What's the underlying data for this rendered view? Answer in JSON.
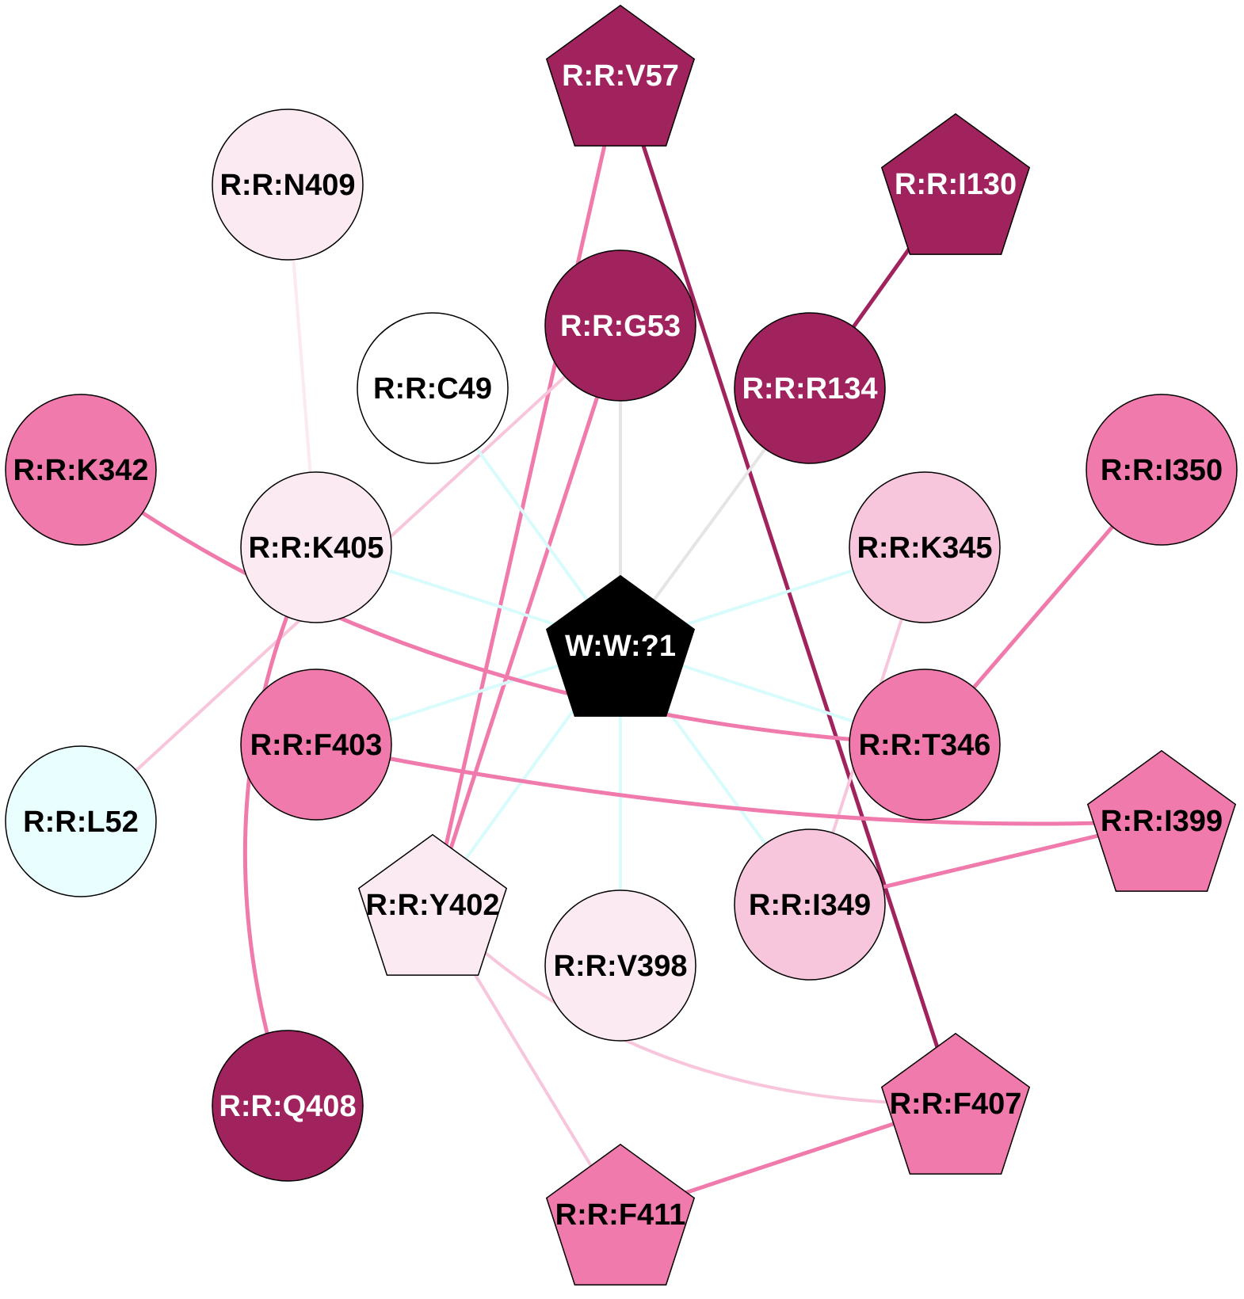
{
  "colors": {
    "dark_magenta": "#a0235e",
    "medium_pink": "#ef7aab",
    "light_pink": "#f8c6dc",
    "very_light_pink": "#fbeaf2",
    "white": "#ffffff",
    "light_cyan": "#e9fefe",
    "black": "#000000",
    "edge_gray": "#e5e5e5",
    "edge_cyan": "#d8fbfb"
  },
  "nodes": [
    {
      "id": "V57",
      "label": "R:R:V57",
      "shape": "pentagon",
      "fill": "#a0235e",
      "text": "#ffffff"
    },
    {
      "id": "N409",
      "label": "R:R:N409",
      "shape": "circle",
      "fill": "#fbeaf2",
      "text": "#000000"
    },
    {
      "id": "I130",
      "label": "R:R:I130",
      "shape": "pentagon",
      "fill": "#a0235e",
      "text": "#ffffff"
    },
    {
      "id": "G53",
      "label": "R:R:G53",
      "shape": "circle",
      "fill": "#a0235e",
      "text": "#ffffff"
    },
    {
      "id": "C49",
      "label": "R:R:C49",
      "shape": "circle",
      "fill": "#ffffff",
      "text": "#000000"
    },
    {
      "id": "R134",
      "label": "R:R:R134",
      "shape": "circle",
      "fill": "#a0235e",
      "text": "#ffffff"
    },
    {
      "id": "K342",
      "label": "R:R:K342",
      "shape": "circle",
      "fill": "#ef7aab",
      "text": "#000000"
    },
    {
      "id": "I350",
      "label": "R:R:I350",
      "shape": "circle",
      "fill": "#ef7aab",
      "text": "#000000"
    },
    {
      "id": "K405",
      "label": "R:R:K405",
      "shape": "circle",
      "fill": "#fbeaf2",
      "text": "#000000"
    },
    {
      "id": "K345",
      "label": "R:R:K345",
      "shape": "circle",
      "fill": "#f8c6dc",
      "text": "#000000"
    },
    {
      "id": "W1",
      "label": "W:W:?1",
      "shape": "pentagon",
      "fill": "#000000",
      "text": "#ffffff"
    },
    {
      "id": "F403",
      "label": "R:R:F403",
      "shape": "circle",
      "fill": "#ef7aab",
      "text": "#000000"
    },
    {
      "id": "T346",
      "label": "R:R:T346",
      "shape": "circle",
      "fill": "#ef7aab",
      "text": "#000000"
    },
    {
      "id": "L52",
      "label": "R:R:L52",
      "shape": "circle",
      "fill": "#e9fefe",
      "text": "#000000"
    },
    {
      "id": "I399",
      "label": "R:R:I399",
      "shape": "pentagon",
      "fill": "#ef7aab",
      "text": "#000000"
    },
    {
      "id": "Y402",
      "label": "R:R:Y402",
      "shape": "pentagon",
      "fill": "#fbeaf2",
      "text": "#000000"
    },
    {
      "id": "I349",
      "label": "R:R:I349",
      "shape": "circle",
      "fill": "#f8c6dc",
      "text": "#000000"
    },
    {
      "id": "V398",
      "label": "R:R:V398",
      "shape": "circle",
      "fill": "#fbeaf2",
      "text": "#000000"
    },
    {
      "id": "Q408",
      "label": "R:R:Q408",
      "shape": "circle",
      "fill": "#a0235e",
      "text": "#ffffff"
    },
    {
      "id": "F407",
      "label": "R:R:F407",
      "shape": "pentagon",
      "fill": "#ef7aab",
      "text": "#000000"
    },
    {
      "id": "F411",
      "label": "R:R:F411",
      "shape": "pentagon",
      "fill": "#ef7aab",
      "text": "#000000"
    }
  ],
  "edges": [
    {
      "source": "V57",
      "target": "Y402",
      "color": "#ef7aab"
    },
    {
      "source": "V57",
      "target": "F407",
      "color": "#a0235e"
    },
    {
      "source": "I130",
      "target": "R134",
      "color": "#a0235e"
    },
    {
      "source": "N409",
      "target": "K405",
      "color": "#fbeaf2"
    },
    {
      "source": "G53",
      "target": "W1",
      "color": "#e5e5e5"
    },
    {
      "source": "G53",
      "target": "L52",
      "color": "#f8c6dc"
    },
    {
      "source": "G53",
      "target": "Y402",
      "color": "#ef7aab"
    },
    {
      "source": "R134",
      "target": "W1",
      "color": "#e5e5e5"
    },
    {
      "source": "C49",
      "target": "W1",
      "color": "#d8fbfb"
    },
    {
      "source": "K405",
      "target": "W1",
      "color": "#d8fbfb"
    },
    {
      "source": "K345",
      "target": "W1",
      "color": "#d8fbfb"
    },
    {
      "source": "F403",
      "target": "W1",
      "color": "#d8fbfb"
    },
    {
      "source": "T346",
      "target": "W1",
      "color": "#d8fbfb"
    },
    {
      "source": "Y402",
      "target": "W1",
      "color": "#d8fbfb"
    },
    {
      "source": "V398",
      "target": "W1",
      "color": "#d8fbfb"
    },
    {
      "source": "I349",
      "target": "W1",
      "color": "#d8fbfb"
    },
    {
      "source": "K342",
      "target": "T346",
      "color": "#ef7aab"
    },
    {
      "source": "I350",
      "target": "T346",
      "color": "#ef7aab"
    },
    {
      "source": "K405",
      "target": "Q408",
      "color": "#ef7aab"
    },
    {
      "source": "K345",
      "target": "I349",
      "color": "#f8c6dc"
    },
    {
      "source": "F403",
      "target": "I399",
      "color": "#ef7aab"
    },
    {
      "source": "I399",
      "target": "I349",
      "color": "#ef7aab"
    },
    {
      "source": "Y402",
      "target": "F407",
      "color": "#f8c6dc"
    },
    {
      "source": "Y402",
      "target": "F411",
      "color": "#f8c6dc"
    },
    {
      "source": "F407",
      "target": "F411",
      "color": "#ef7aab"
    }
  ]
}
